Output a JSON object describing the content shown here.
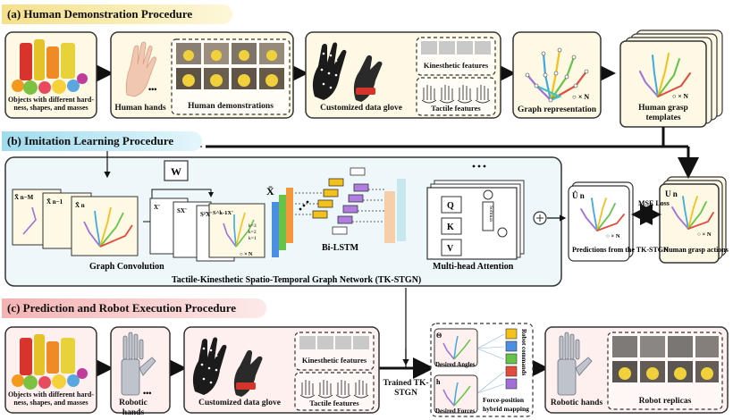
{
  "sections": {
    "a": "(a)   Human Demonstration Procedure",
    "b": "(b)   Imitation Learning Procedure",
    "c": "(c)   Prediction and  Robot Execution Procedure"
  },
  "row_a": {
    "objects": "Objects with different hard- ness, shapes, and masses",
    "hands": "Human hands",
    "ellipsis": "•••",
    "demos": "Human demonstrations",
    "glove": "Customized data glove",
    "kinesthetic": "Kinesthetic features",
    "tactile": "Tactile features",
    "graph": "Graph representation",
    "templates": "Human grasp templates",
    "n_label": "○ × N"
  },
  "row_b": {
    "x_prev_m": "X̃ n−M",
    "x_prev_1": "X̃ n−1",
    "x_n": "X̃ n",
    "w": "W",
    "s_labels": [
      "X'",
      "SX'",
      "S²X'",
      "S^k-1X'"
    ],
    "k_labels": [
      "k=3",
      "k=2",
      "k=1"
    ],
    "xbar": "X̄",
    "graph_conv": "Graph Convolution",
    "bilstm": "Bi-LSTM",
    "q": "Q",
    "k": "K",
    "v": "V",
    "softmax": "Softmax",
    "mha": "Multi-head Attention",
    "predictions": "Predictions from the TK-STGN",
    "u_pred": "Û n",
    "mse": "MSE Loss",
    "u_true": "U n",
    "actions": "Human grasp actions",
    "tkstgn": "Tactile-Kinesthetic Spatio-Temporal Graph Network (TK-STGN)",
    "n_label": "○ × N"
  },
  "row_c": {
    "objects": "Objects with different hard- ness, shapes, and masses",
    "robot_hands": "Robotic hands",
    "ellipsis": "•••",
    "glove": "Customized data glove",
    "kinesthetic": "Kinesthetic features",
    "tactile": "Tactile features",
    "trained": "Trained TK-STGN",
    "theta": "Θ",
    "h": "h",
    "angles": "Desired Angles",
    "forces": "Desired Forces",
    "commands": "Robot commands",
    "mapping": "Force-position hybrid mapping",
    "robot_hands2": "Robotic hands",
    "replicas": "Robot replicas"
  },
  "colors": {
    "yellow_panel": "#fdf9e4",
    "blue_panel": "#eef8fb",
    "pink_panel": "#fdf0ef",
    "arrow": "#111111"
  }
}
